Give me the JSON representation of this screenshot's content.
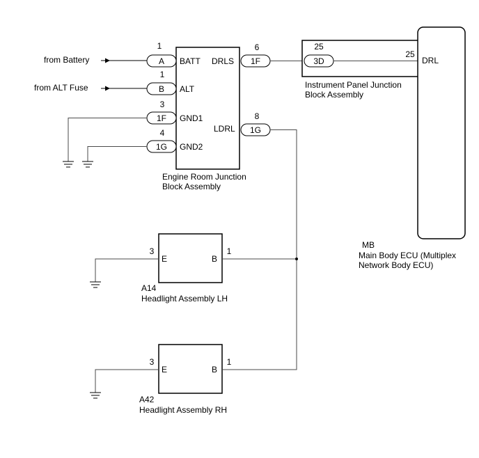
{
  "inputs": {
    "battery": "from Battery",
    "alt_fuse": "from ALT Fuse"
  },
  "engine_room_jb": {
    "name_line1": "Engine Room Junction",
    "name_line2": "Block Assembly",
    "pins": {
      "batt": {
        "number": "1",
        "connector": "A",
        "label": "BATT"
      },
      "alt": {
        "number": "1",
        "connector": "B",
        "label": "ALT"
      },
      "gnd1": {
        "number": "3",
        "connector": "1F",
        "label": "GND1"
      },
      "gnd2": {
        "number": "4",
        "connector": "1G",
        "label": "GND2"
      },
      "drls": {
        "number": "6",
        "connector": "1F",
        "label": "DRLS"
      },
      "ldrl": {
        "number": "8",
        "connector": "1G",
        "label": "LDRL"
      }
    }
  },
  "instrument_panel_jb": {
    "name_line1": "Instrument Panel Junction",
    "name_line2": "Block Assembly",
    "in_pin": {
      "number": "25",
      "connector": "3D"
    },
    "out_pin": {
      "number": "25"
    }
  },
  "main_body_ecu": {
    "code": "MB",
    "name_line1": "Main Body ECU (Multiplex",
    "name_line2": "Network Body ECU)",
    "pin_label": "DRL"
  },
  "headlight_lh": {
    "code": "A14",
    "name": "Headlight Assembly LH",
    "e_pin": {
      "number": "3",
      "label": "E"
    },
    "b_pin": {
      "number": "1",
      "label": "B"
    }
  },
  "headlight_rh": {
    "code": "A42",
    "name": "Headlight Assembly RH",
    "e_pin": {
      "number": "3",
      "label": "E"
    },
    "b_pin": {
      "number": "1",
      "label": "B"
    }
  }
}
